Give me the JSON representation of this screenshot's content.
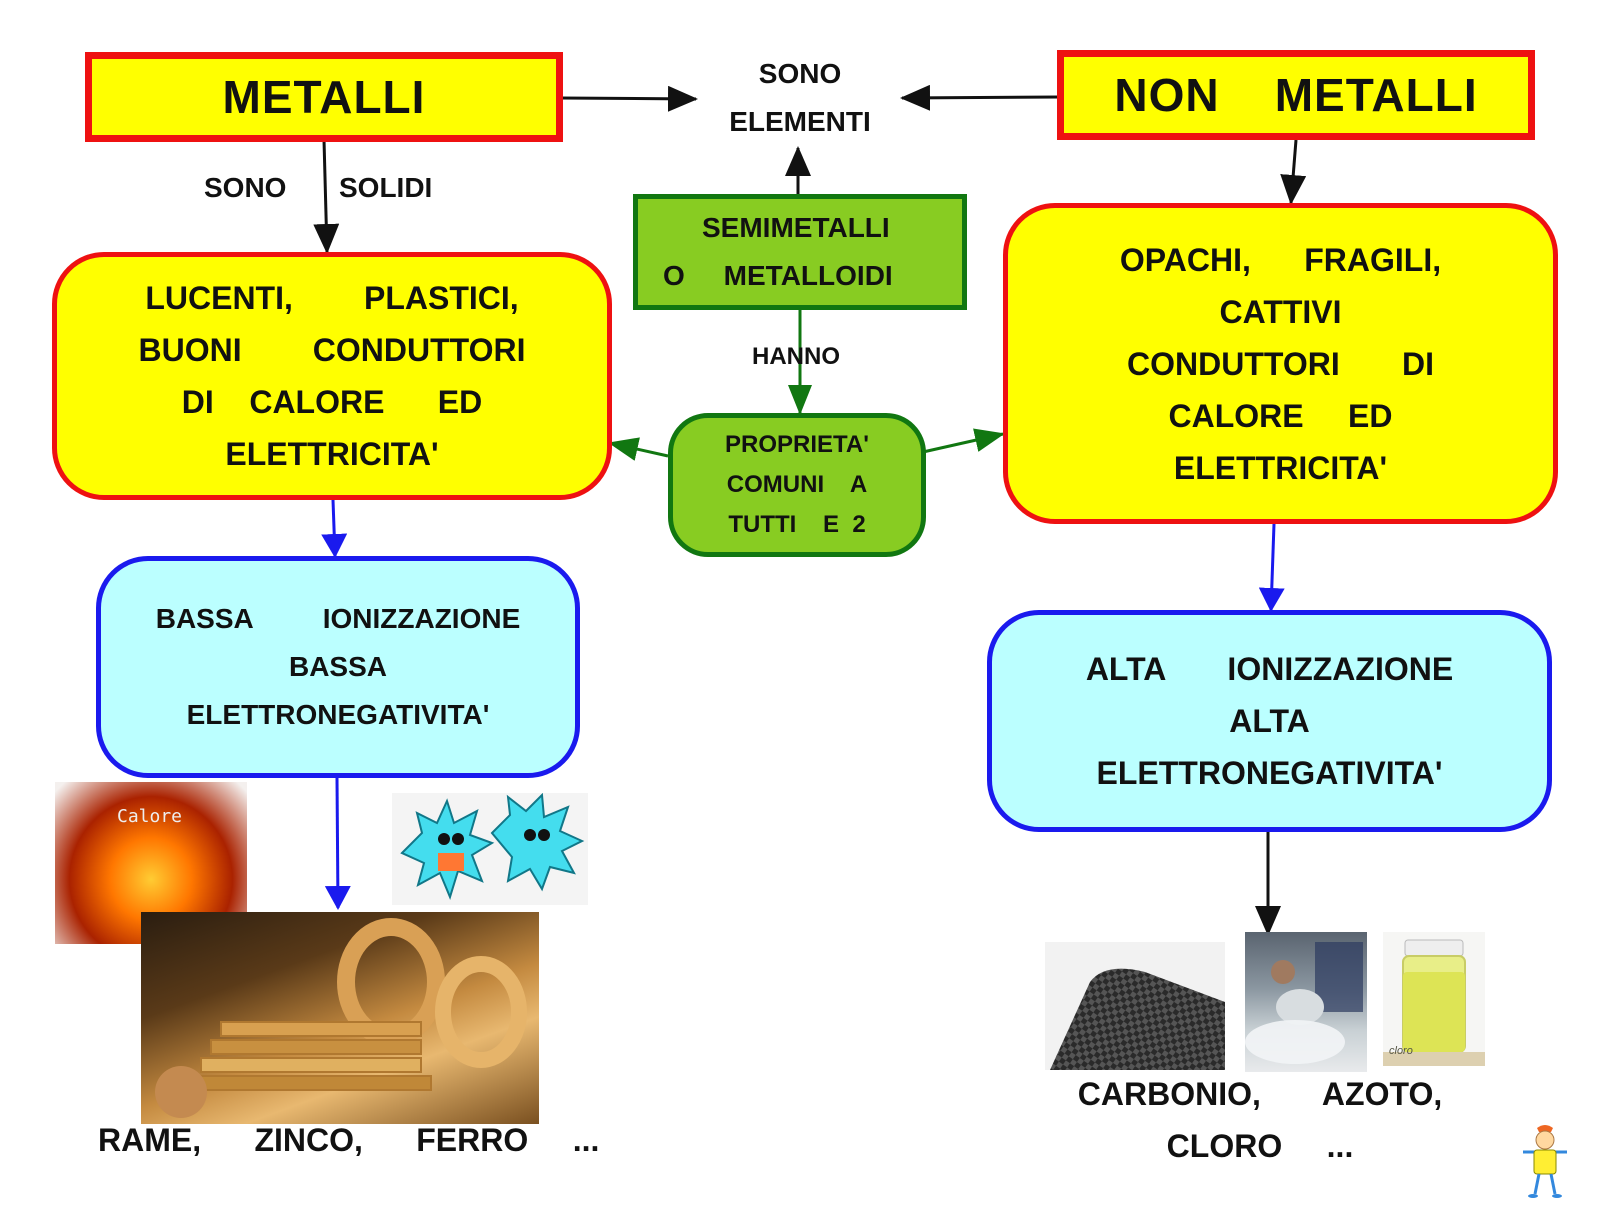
{
  "metalli": {
    "title": "METALLI"
  },
  "non_metalli": {
    "title": "NON    METALLI"
  },
  "center_top": {
    "line1": "SONO",
    "line2": "ELEMENTI"
  },
  "edge_labels": {
    "sono": "SONO",
    "solidi": "SOLIDI",
    "hanno": "HANNO"
  },
  "semimetalli": {
    "line1": "SEMIMETALLI",
    "line2": "O     METALLOIDI"
  },
  "proprieta": {
    "line1": "PROPRIETA'",
    "line2": "COMUNI    A",
    "line3": "TUTTI    E  2"
  },
  "metal_props": {
    "line1": "LUCENTI,        PLASTICI,",
    "line2": "BUONI        CONDUTTORI",
    "line3": "DI    CALORE      ED",
    "line4": "ELETTRICITA'"
  },
  "nonmetal_props": {
    "line1": "OPACHI,      FRAGILI,",
    "line2": "CATTIVI",
    "line3": "CONDUTTORI       DI",
    "line4": "CALORE     ED",
    "line5": "ELETTRICITA'"
  },
  "metal_ion": {
    "line1": "BASSA         IONIZZAZIONE",
    "line2": "BASSA",
    "line3": "ELETTRONEGATIVITA'"
  },
  "nonmetal_ion": {
    "line1": "ALTA       IONIZZAZIONE",
    "line2": "ALTA",
    "line3": "ELETTRONEGATIVITA'"
  },
  "metal_examples": {
    "text": "RAME,      ZINCO,      FERRO     ..."
  },
  "nonmetal_examples": {
    "line1": "CARBONIO,       AZOTO,",
    "line2": "CLORO     ..."
  },
  "images": {
    "calore_caption": "Calore",
    "cloro_caption": "cloro"
  },
  "colors": {
    "yellow": "#ffff00",
    "red_border": "#ee1111",
    "cyan": "#bbffff",
    "blue_border": "#1a1aee",
    "green": "#88cc22",
    "green_border": "#117711",
    "blue_arrow": "#1a1aee",
    "green_arrow": "#117711"
  }
}
